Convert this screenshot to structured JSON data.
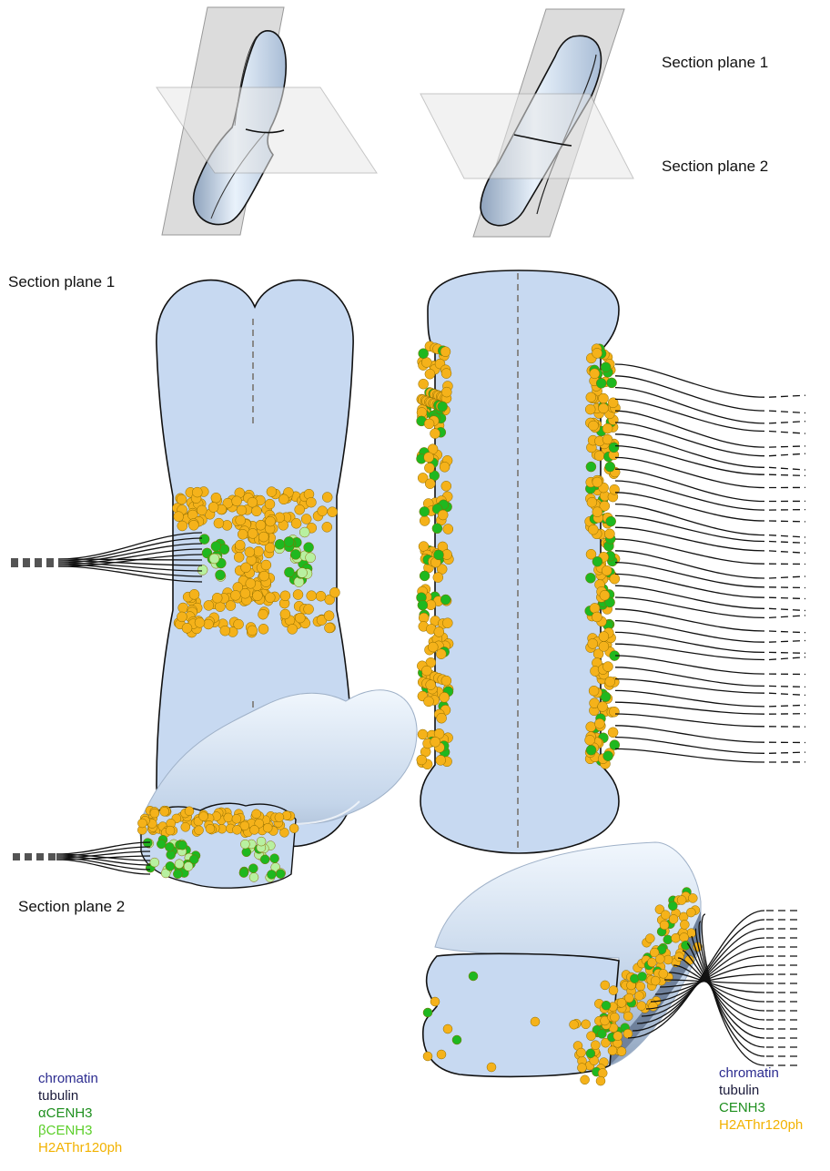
{
  "labels": {
    "section_plane_1": "Section plane 1",
    "section_plane_2": "Section plane 2",
    "section_plane_1_left": "Section plane 1",
    "section_plane_2_left": "Section plane 2"
  },
  "legend_left": [
    {
      "text": "chromatin",
      "color": "#2b2b8f"
    },
    {
      "text": "tubulin",
      "color": "#1a1a3a"
    },
    {
      "text": "αCENH3",
      "color": "#1e8f1e"
    },
    {
      "text": "βCENH3",
      "color": "#5ccf2a"
    },
    {
      "text": "H2AThr120ph",
      "color": "#f2b200"
    }
  ],
  "legend_right": [
    {
      "text": "chromatin",
      "color": "#2b2b8f"
    },
    {
      "text": "tubulin",
      "color": "#1a1a3a"
    },
    {
      "text": "CENH3",
      "color": "#1e8f1e"
    },
    {
      "text": "H2AThr120ph",
      "color": "#f2b200"
    }
  ],
  "colors": {
    "chromatin_fill": "#c7d9f1",
    "orange": "#f5b21a",
    "green": "#1fb81f",
    "light_green": "#b8f0a0"
  }
}
